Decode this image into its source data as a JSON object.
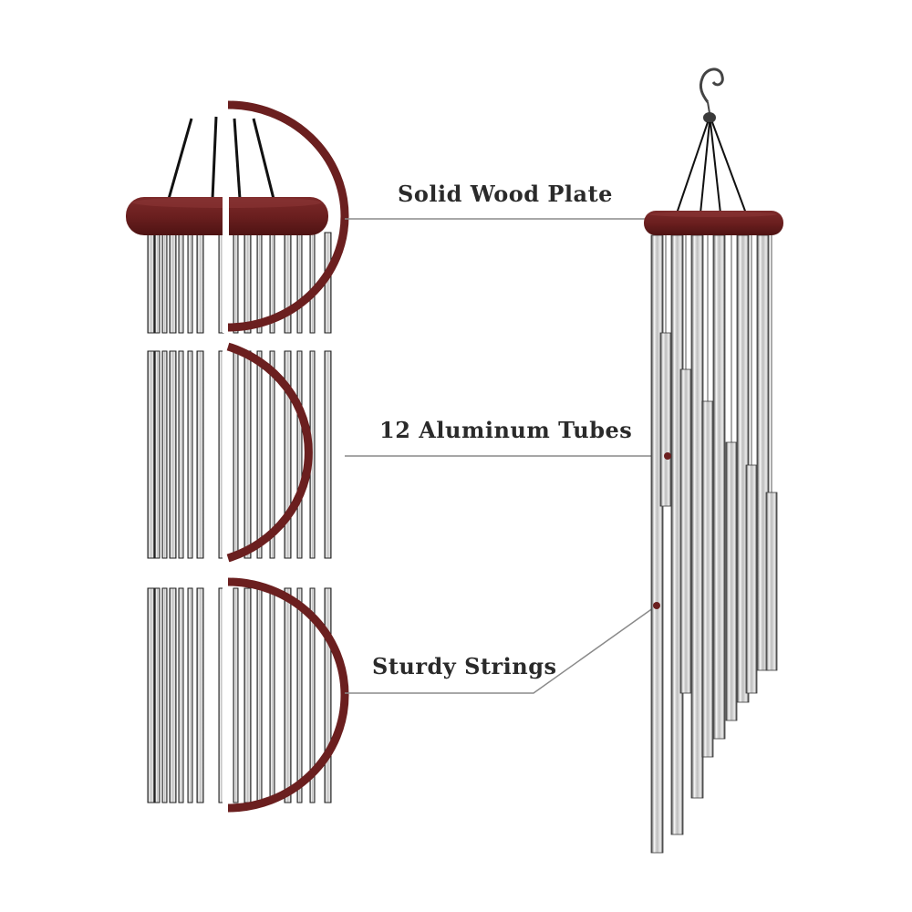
{
  "features": {
    "wood_plate": "Solid Wood Plate",
    "tubes": "12 Aluminum Tubes",
    "strings": "Sturdy Strings"
  },
  "colors": {
    "wood": "#6b1f1f",
    "wood_dark": "#4e1313",
    "leader_line": "#8a8a8a",
    "tube_light": "#f4f4f4",
    "tube_dark": "#2c2c2c",
    "label_text": "#2a2a2a"
  }
}
